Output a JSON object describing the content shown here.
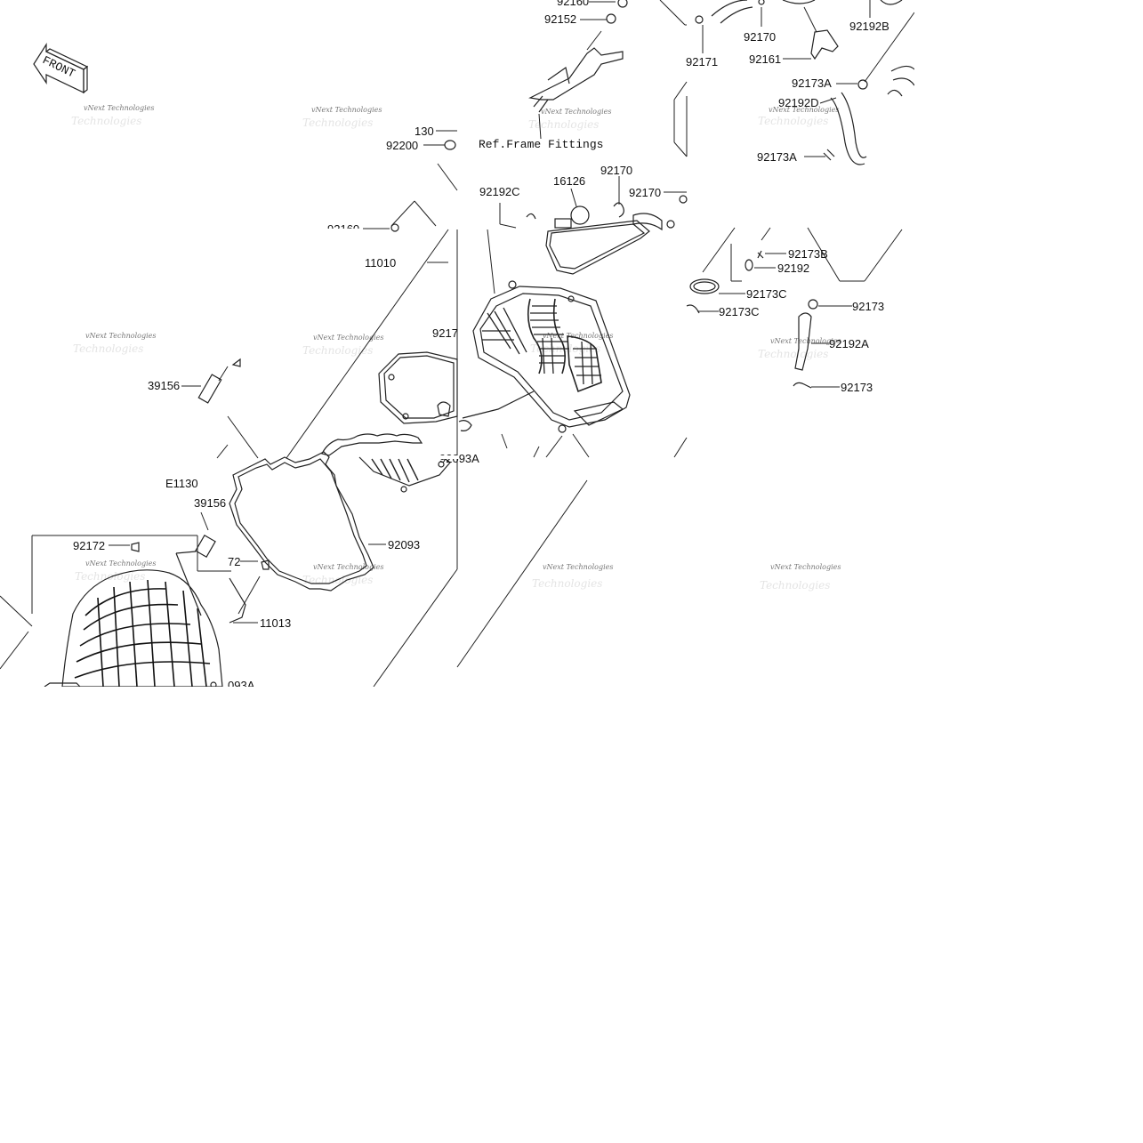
{
  "labels": {
    "p92160": "92160",
    "p92152": "92152",
    "p92171": "92171",
    "p92170_top": "92170",
    "p92192B": "92192B",
    "p92161": "92161",
    "p92173A_1": "92173A",
    "p92192D": "92192D",
    "p92173A_2": "92173A",
    "p130": "130",
    "p92200": "92200",
    "ref_frame": "Ref.Frame Fittings",
    "p16126": "16126",
    "p92170_mid": "92170",
    "p92192C": "92192C",
    "p92170_right": "92170",
    "p9216_partial": "92160",
    "p11010": "11010",
    "p92173B": "92173B",
    "p92192": "92192",
    "p92173C_1": "92173C",
    "p92173C_2": "92173C",
    "p92173_1": "92173",
    "p92192A": "92192A",
    "p92173_2": "92173",
    "p9217_partial": "9217",
    "p39156_1": "39156",
    "p92093A_1": "92093A",
    "pE1130": "E1130",
    "p39156_2": "39156",
    "p92172_1": "92172",
    "p92172_2": "72",
    "p92093": "92093",
    "p11013": "11013",
    "p92093A_2": "093A",
    "front": "FRONT"
  },
  "watermark": {
    "line1": "vNext Technologies",
    "line2": "Technologies"
  }
}
